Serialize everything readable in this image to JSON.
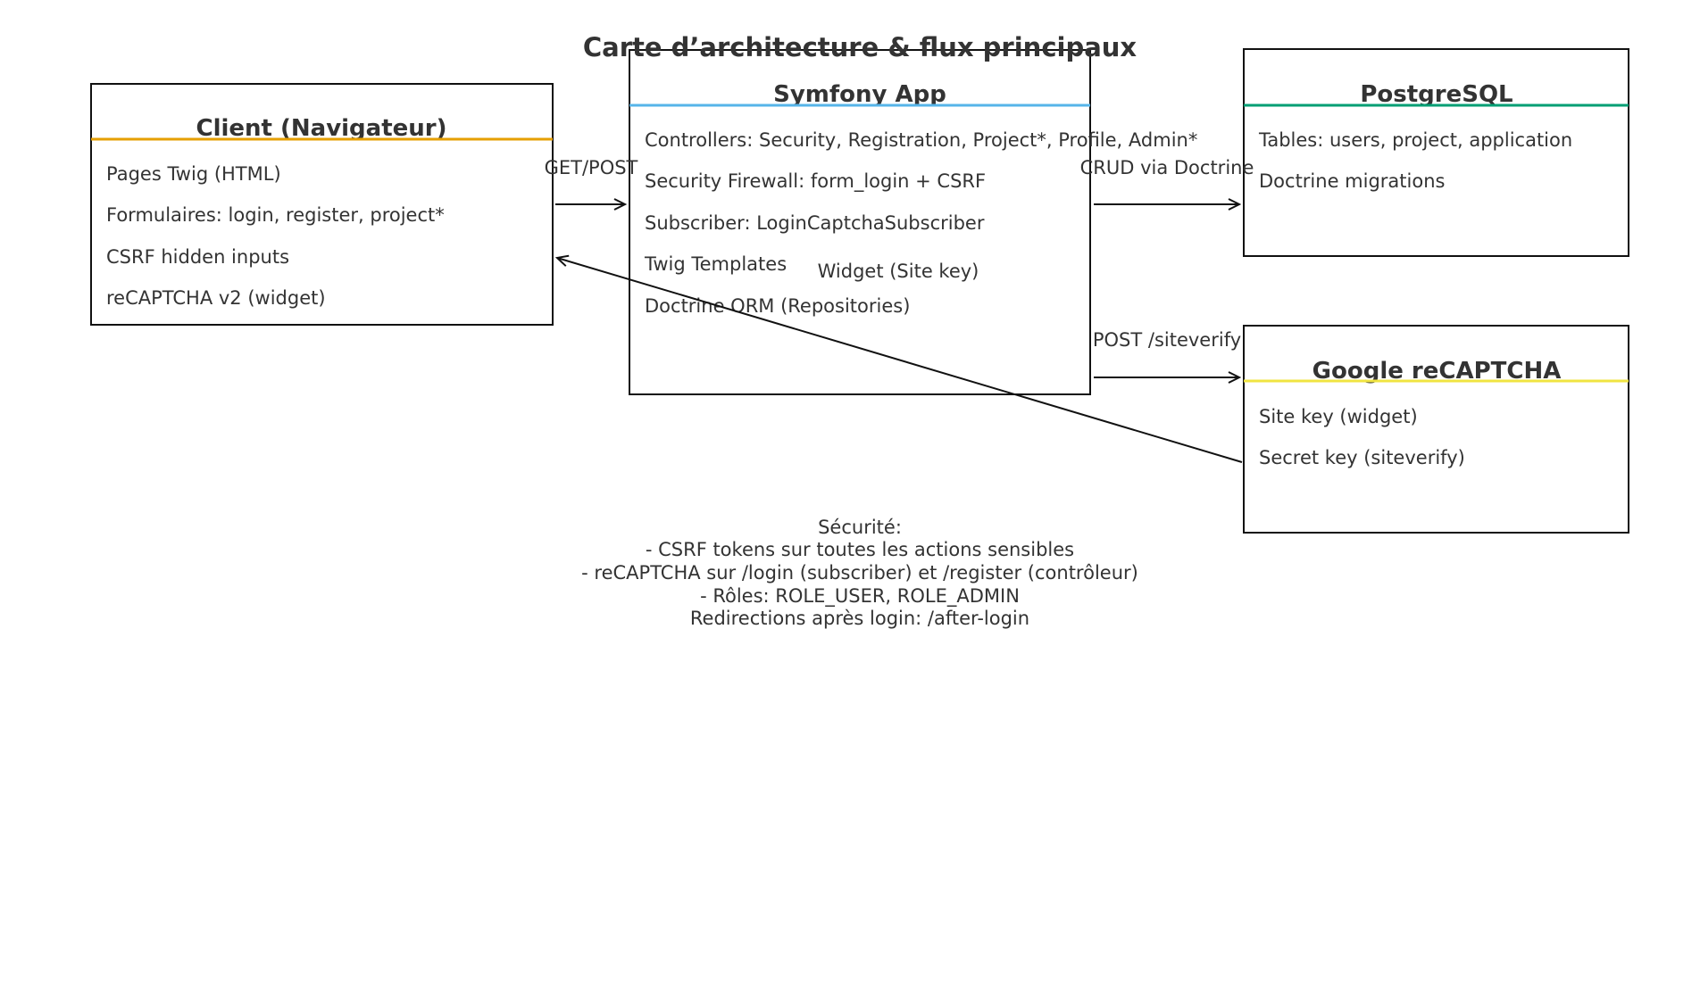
{
  "title": "Carte d’architecture & flux principaux",
  "boxes": {
    "client": {
      "title": "Client (Navigateur)",
      "accent": "#e69f00",
      "items": [
        "Pages Twig (HTML)",
        "Formulaires: login, register, project*",
        "CSRF hidden inputs",
        "reCAPTCHA v2 (widget)"
      ]
    },
    "symfony": {
      "title": "Symfony App",
      "accent": "#56b4e9",
      "items": [
        "Controllers: Security, Registration, Project*, Profile, Admin*",
        "Security Firewall: form_login + CSRF",
        "Subscriber: LoginCaptchaSubscriber",
        "Twig Templates",
        "Doctrine ORM (Repositories)"
      ]
    },
    "postgres": {
      "title": "PostgreSQL",
      "accent": "#009e73",
      "items": [
        "Tables: users, project, application",
        "Doctrine migrations"
      ]
    },
    "recaptcha": {
      "title": "Google reCAPTCHA",
      "accent": "#f0e442",
      "items": [
        "Site key (widget)",
        "Secret key (siteverify)"
      ]
    }
  },
  "edges": {
    "client_symfony": "GET/POST",
    "symfony_postgres": "CRUD via Doctrine",
    "symfony_recaptcha": "POST /siteverify",
    "recaptcha_client": "Widget (Site key)"
  },
  "security_note": [
    "Sécurité:",
    "- CSRF tokens sur toutes les actions sensibles",
    "- reCAPTCHA sur /login (subscriber) et /register (contrôleur)",
    "- Rôles: ROLE_USER, ROLE_ADMIN",
    "Redirections après login: /after-login"
  ]
}
